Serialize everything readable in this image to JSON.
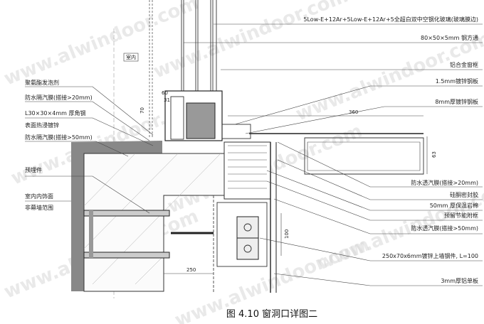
{
  "watermark": "www.alwindoor.com",
  "room_tag": "室内",
  "left_labels": [
    "聚氨酯发泡剂",
    "防水隔汽膜(搭接>20mm)",
    "L30×30×4mm 厚角钢",
    "表面热浸镀锌",
    "防水隔汽膜(搭接>50mm)",
    "预埋件",
    "室内内饰面",
    "非幕墙范围"
  ],
  "right_labels": [
    "5Low-E+12Ar+5Low-E+12Ar+5全超白双中空钢化玻璃(玻璃膜边)",
    "80×50×5mm 钢方通",
    "铝合金窗框",
    "1.5mm镀锌钢板",
    "8mm厚镀锌钢板",
    "防水透汽膜(搭接>20mm)",
    "硅酮密封胶",
    "50mm 厚保温岩棉",
    "预留节能附框",
    "防水透汽膜(搭接>50mm)",
    "250x70x6mm镀锌上墙钢件, L=100",
    "3mm厚铝单板"
  ],
  "dimensions": [
    "360",
    "60",
    "31",
    "70",
    "63",
    "100",
    "250"
  ],
  "caption": "图 4.10  窗洞口详图二"
}
